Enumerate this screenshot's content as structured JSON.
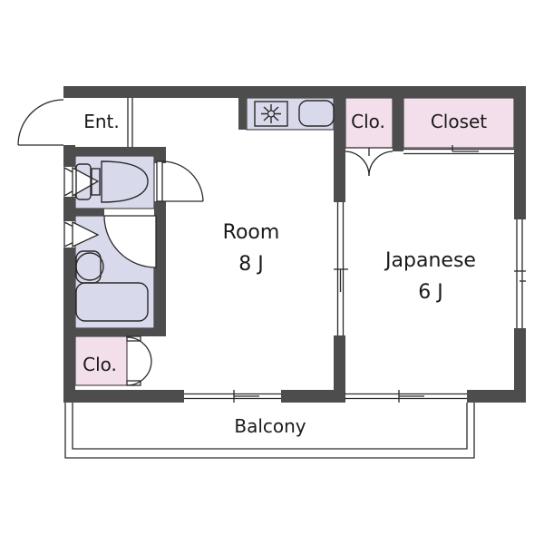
{
  "page": {
    "title": "Apartment floor plan"
  },
  "colors": {
    "wall": "#4d4d4d",
    "water_area": "#d9d9ec",
    "closet": "#f3dfeb",
    "line": "#2a2a2a",
    "text": "#1a1a1a",
    "background": "#ffffff"
  },
  "rooms": {
    "entrance": {
      "label": "Ent."
    },
    "main_room": {
      "label": "Room",
      "size": "8 J"
    },
    "japanese_room": {
      "label": "Japanese",
      "size": "6 J"
    },
    "closet_small_top": {
      "label": "Clo."
    },
    "closet_large": {
      "label": "Closet"
    },
    "closet_small_bottom": {
      "label": "Clo."
    },
    "balcony": {
      "label": "Balcony"
    }
  },
  "icons": {
    "stove": "gas-burner-asterisk",
    "sink": "kitchen-sink-basin",
    "toilet": "toilet-tank-and-bowl",
    "washbasin": "round-washbasin",
    "bathtub": "bathtub-rounded-rect"
  }
}
